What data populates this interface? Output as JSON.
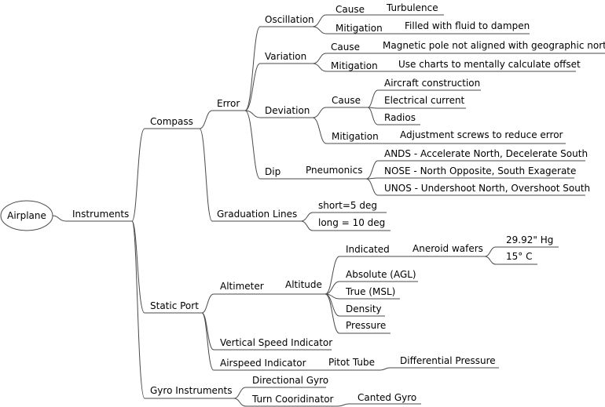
{
  "mindmap": {
    "root": "Airplane",
    "instruments": "Instruments",
    "compass": {
      "label": "Compass",
      "error": {
        "label": "Error",
        "oscillation": {
          "label": "Oscillation",
          "cause": "Cause",
          "turbulence": "Turbulence",
          "mitigation": "Mitigation",
          "fluid": "Filled with fluid to dampen"
        },
        "variation": {
          "label": "Variation",
          "cause": "Cause",
          "magnetic": "Magnetic pole not aligned with geographic north",
          "mitigation": "Mitigation",
          "charts": "Use charts to mentally calculate offset"
        },
        "deviation": {
          "label": "Deviation",
          "cause": "Cause",
          "aircraft": "Aircraft construction",
          "electrical": "Electrical current",
          "radios": "Radios",
          "mitigation": "Mitigation",
          "screws": "Adjustment screws to reduce error"
        },
        "dip": {
          "label": "Dip",
          "pneumonics": "Pneumonics",
          "ands": "ANDS - Accelerate North, Decelerate South",
          "nose": "NOSE - North Opposite, South Exagerate",
          "unos": "UNOS - Undershoot North, Overshoot South"
        }
      },
      "graduation": {
        "label": "Graduation Lines",
        "short": "short=5 deg",
        "long": "long = 10 deg"
      }
    },
    "static_port": {
      "label": "Static Port",
      "altimeter": {
        "label": "Altimeter",
        "altitude": "Altitude",
        "indicated": "Indicated",
        "aneroid": "Aneroid wafers",
        "hg": "29.92\" Hg",
        "celsius": "15° C",
        "absolute": "Absolute (AGL)",
        "true": "True (MSL)",
        "density": "Density",
        "pressure": "Pressure"
      },
      "vsi": "Vertical Speed Indicator",
      "airspeed": {
        "label": "Airspeed Indicator",
        "pitot": "Pitot Tube",
        "differential": "Differential Pressure"
      }
    },
    "gyro": {
      "label": "Gyro Instruments",
      "directional": "Directional Gyro",
      "turn": "Turn Cooridinator",
      "canted": "Canted Gyro"
    }
  }
}
